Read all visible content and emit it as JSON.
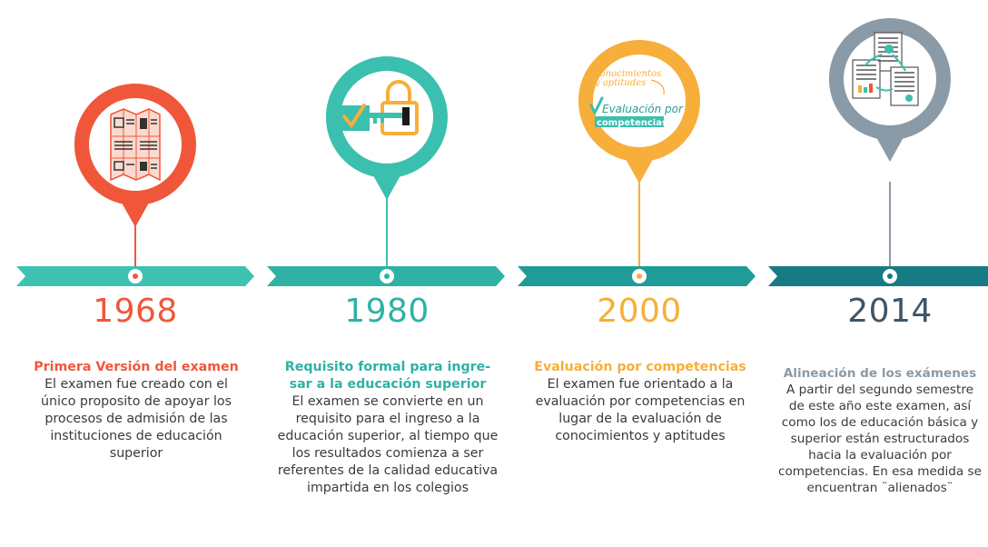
{
  "colors": {
    "red": "#f0573a",
    "teal": "#3bbfae",
    "orange": "#f7ae3a",
    "slate": "#8a9aa6",
    "arrow1": "#3ec3b2",
    "arrow2": "#2fb1a5",
    "arrow3": "#1f9b98",
    "arrow4": "#177b86",
    "year4": "#3f5566"
  },
  "milestones": [
    {
      "year": "1968",
      "title": "Primera Versión del examen",
      "description": "El examen fue creado con el único proposito de apoyar los procesos de admisión de las  instituciones de educación superior",
      "icon": "folded-documents-icon"
    },
    {
      "year": "1980",
      "title": "Requisito formal para ingre-sar a la educación superior",
      "description": "El examen se convierte en un requisito para el ingreso a la educación superior, al tiempo que los resultados comienza a ser referentes de la calidad educativa impartida en los colegios",
      "icon": "key-lock-icon"
    },
    {
      "year": "2000",
      "title": "Evaluación por competencias",
      "description": "El  examen fue  orientado a la evaluación por competencias en lugar de la evaluación de conocimientos y aptitudes",
      "icon": "competencias-icon",
      "icon_text": {
        "line1": "Conocimientos",
        "line2": "y aptitudes",
        "line3": "Evaluación por",
        "line4": "competencias"
      }
    },
    {
      "year": "2014",
      "title": "Alineación de los exámenes",
      "description": "A partir del segundo semestre de este año este examen, así como los de educación básica y superior están estructurados hacia la evaluación por competencias. En esa medida se encuentran ¨alienados¨",
      "icon": "linked-documents-icon"
    }
  ]
}
